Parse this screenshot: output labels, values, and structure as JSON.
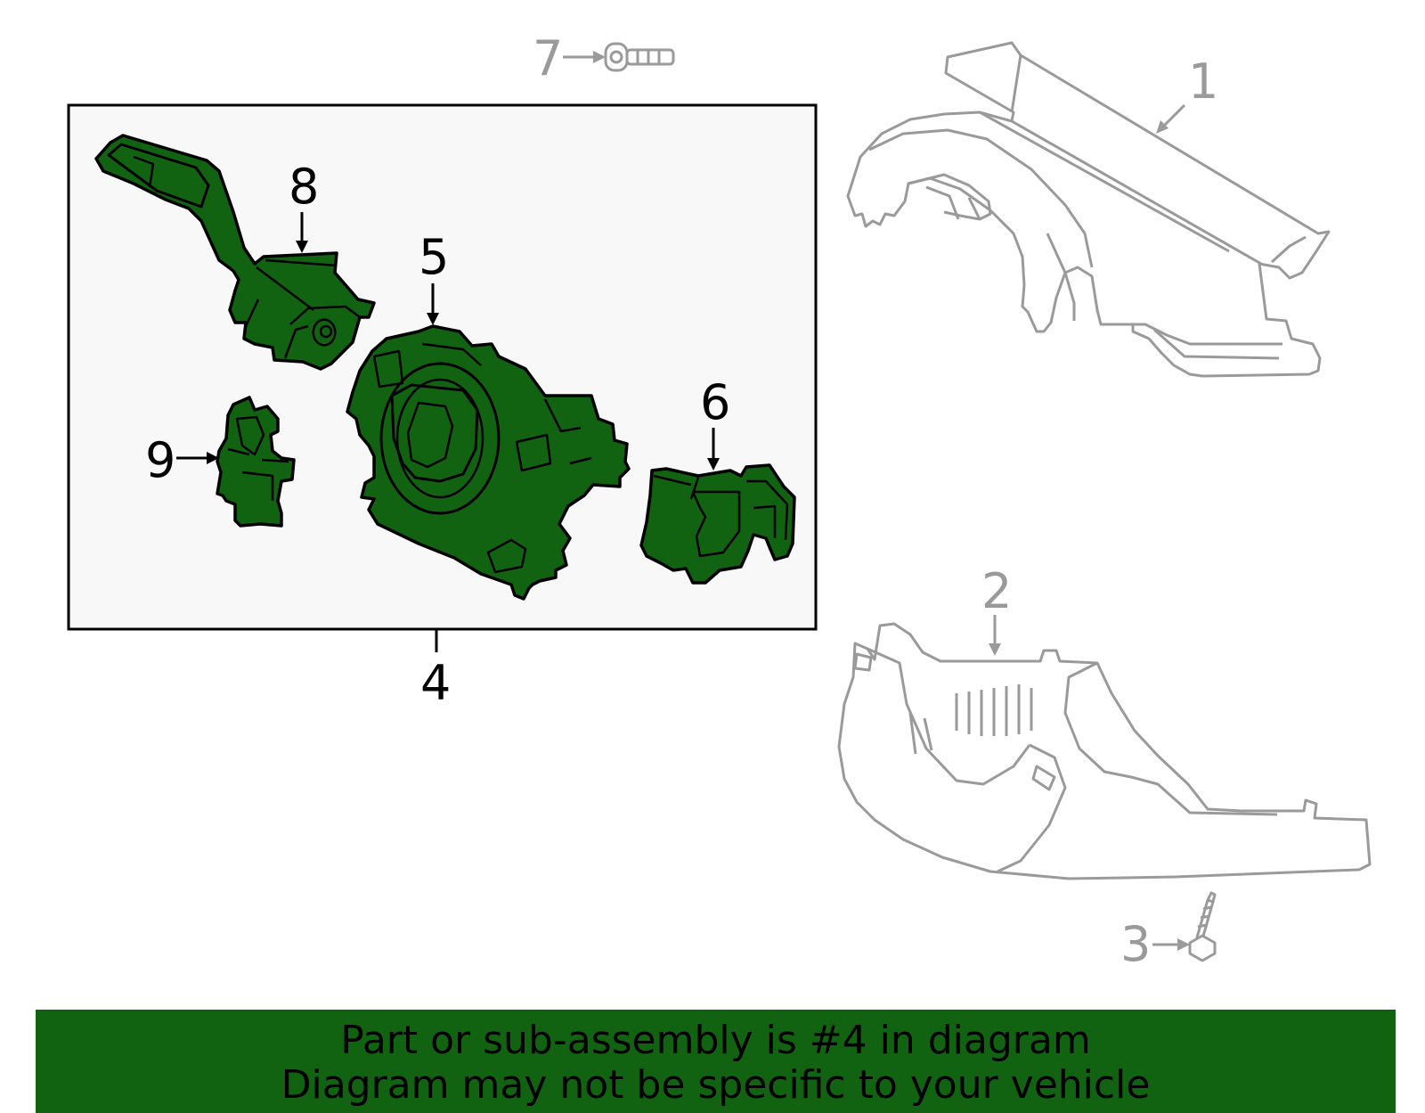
{
  "colors": {
    "part_fill": "#126311",
    "outline": "#000000",
    "ghost_outline": "#9a9a9a",
    "box_fill": "#f8f8f8",
    "banner_bg": "#126311"
  },
  "callouts": {
    "c1": "1",
    "c2": "2",
    "c3": "3",
    "c4": "4",
    "c5": "5",
    "c6": "6",
    "c7": "7",
    "c8": "8",
    "c9": "9"
  },
  "banner": {
    "line1": "Part or sub-assembly is #4 in diagram",
    "line2": "Diagram may not be specific to your vehicle"
  }
}
